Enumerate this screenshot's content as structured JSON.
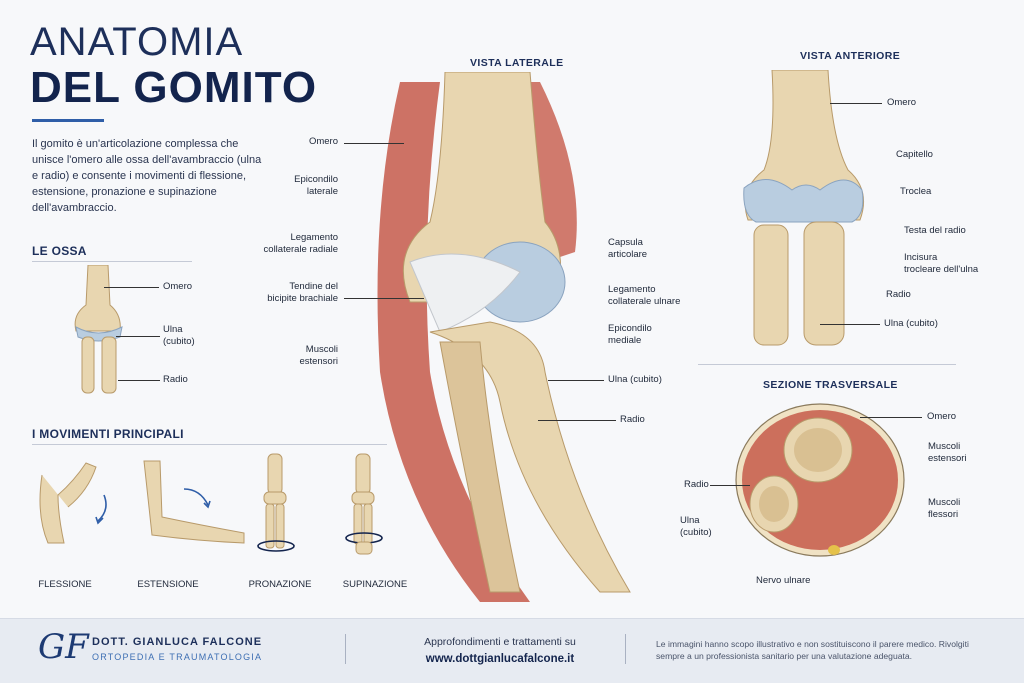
{
  "header": {
    "title_line1": "ANATOMIA",
    "title_line2": "DEL GOMITO",
    "intro": "Il gomito è un'articolazione complessa che unisce l'omero alle ossa dell'avambraccio (ulna e radio) e consente i movimenti di flessione, estensione, pronazione e supinazione dell'avambraccio."
  },
  "bones": {
    "heading": "LE OSSA",
    "labels": [
      "Omero",
      "Ulna\n(cubito)",
      "Radio"
    ]
  },
  "movements": {
    "heading": "I MOVIMENTI PRINCIPALI",
    "items": [
      "FLESSIONE",
      "ESTENSIONE",
      "PRONAZIONE",
      "SUPINAZIONE"
    ]
  },
  "lateral": {
    "heading": "VISTA LATERALE",
    "left_labels": [
      "Omero",
      "Epicondilo\nlaterale",
      "Legamento\ncollaterale radiale",
      "Tendine del\nbicipite brachiale",
      "Muscoli\nestensori"
    ],
    "right_labels": [
      "Capsula\narticolare",
      "Legamento\ncollaterale ulnare",
      "Epicondilo\nmediale",
      "Ulna (cubito)",
      "Radio"
    ]
  },
  "anterior": {
    "heading": "VISTA ANTERIORE",
    "labels": [
      "Omero",
      "Capitello",
      "Troclea",
      "Testa del radio",
      "Incisura\ntrocleare dell'ulna",
      "Radio",
      "Ulna (cubito)"
    ]
  },
  "section": {
    "heading": "SEZIONE TRASVERSALE",
    "right_labels": [
      "Omero",
      "Muscoli\nestensori",
      "Muscoli\nflessori"
    ],
    "left_labels": [
      "Radio",
      "Ulna\n(cubito)"
    ],
    "bottom_label": "Nervo ulnare"
  },
  "footer": {
    "logo": "GF",
    "doctor": "DOTT. GIANLUCA FALCONE",
    "specialty": "ORTOPEDIA E TRAUMATOLOGIA",
    "more_text": "Approfondimenti e trattamenti su",
    "website": "www.dottgianlucafalcone.it",
    "disclaimer": "Le immagini hanno scopo illustrativo e non sostituiscono il parere medico. Rivolgiti sempre a un professionista sanitario per una valutazione adeguata."
  },
  "colors": {
    "navy": "#13244d",
    "accent": "#2f5ea8",
    "bone": "#e8d6b0",
    "muscle": "#c65a4a",
    "cartilage": "#b9cde0"
  }
}
